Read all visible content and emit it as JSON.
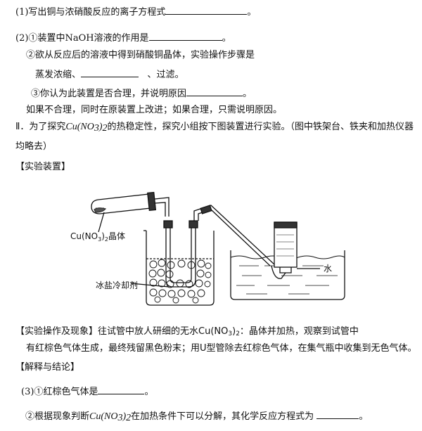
{
  "q1": {
    "text": "(1)写出铜与浓硝酸反应的离子方程式",
    "end": "。"
  },
  "q2": {
    "part1": {
      "prefix": "(2)",
      "circled": "①",
      "text": "装置中NaOH溶液的作用是",
      "end": "。"
    },
    "part2": {
      "circled": "②",
      "text": "欲从反应后的溶液中得到硝酸铜晶体，实验操作步骤是"
    },
    "part2_steps": {
      "step1": "蒸发浓缩、",
      "sep": "、",
      "step3": "过滤。"
    },
    "part3": {
      "circled": "③",
      "text": "你认为此装置是否合理，并说明原因",
      "end": "。"
    },
    "note": "如果不合理，同时在原装置上改进；如果合理，只需说明原因。"
  },
  "part_ii": {
    "lead": "Ⅱ．为了探究",
    "formula_cu": "Cu",
    "formula_no3": "(NO",
    "formula_sub3": "3",
    "formula_close": ")",
    "formula_sub2": "2",
    "rest": "的热稳定性，探究小组按下图装置进行实验。（图中铁架台、铁夹和加热仪器",
    "rest2": "均略去）"
  },
  "section_apparatus": "【实验装置】",
  "figure": {
    "label_crystal": "Cu(NO",
    "label_crystal_sub": "3",
    "label_crystal_end": ")",
    "label_crystal_sub2": "2",
    "label_crystal_tail": "晶体",
    "label_coolant": "冰盐冷却剂",
    "label_water": "水"
  },
  "section_operation": {
    "heading": "【实验操作及现象】",
    "text1": "往试管中放人研细的无水Cu(NO",
    "sub1": "3",
    "close1": ")",
    "sub2": "2",
    "text2": "：晶体并加热，观察到试管中",
    "text3": "有红棕色气体生成，最终残留黑色粉末；用U型管除去红棕色气体，在集气瓶中收集到无色气体。"
  },
  "section_conclusion": "【解释与结论】",
  "q3": {
    "part1": {
      "prefix": "(3)",
      "circled": "①",
      "text": "红棕色气体是",
      "end": "。"
    },
    "part2": {
      "circled": "②",
      "text": "根据现象判断",
      "formula_cu": "Cu",
      "formula_no3": "(NO",
      "formula_sub3": "3",
      "formula_close": ")",
      "formula_sub2": "2",
      "rest": "在加热条件下可以分解，其化学反应方程式为",
      "end": "。"
    }
  }
}
